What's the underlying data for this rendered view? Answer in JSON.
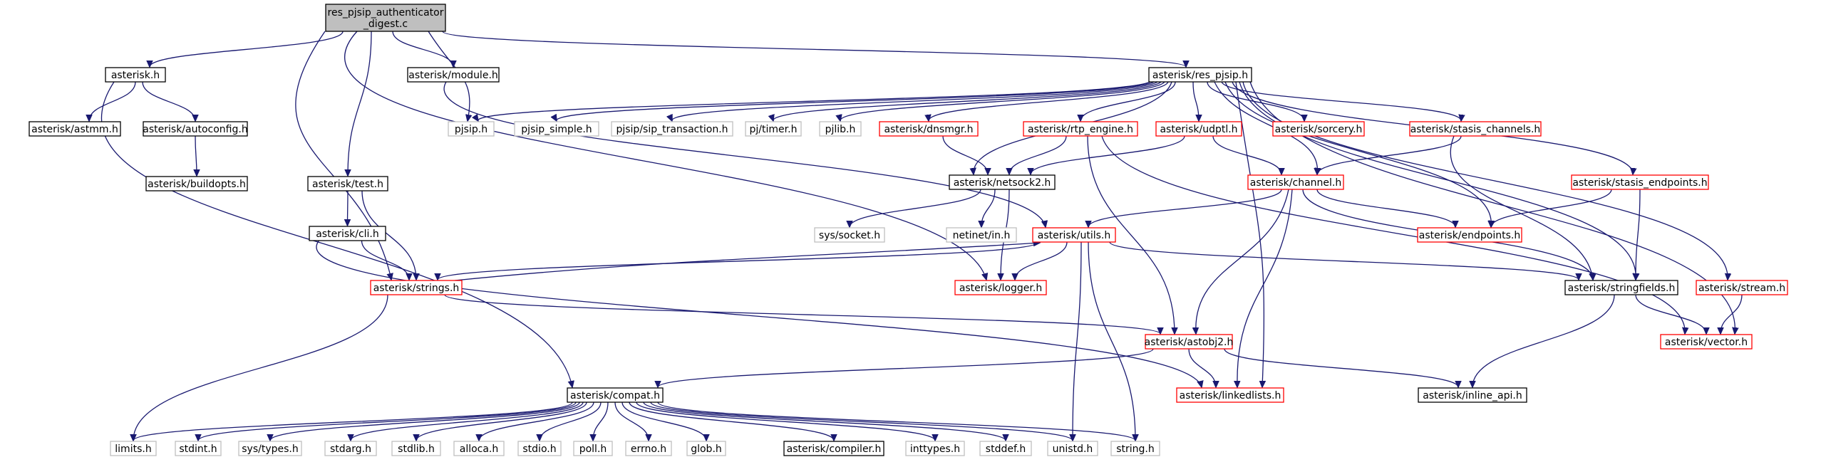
{
  "colors": {
    "edge": "#191970",
    "root_fill": "#bfbfbf",
    "black_border": "#000000",
    "red_border": "#ff0000",
    "grey_border": "#bfbfbf",
    "node_text": "#000000"
  },
  "nodes": {
    "root": [
      "res_pjsip_authenticator",
      "_digest.c"
    ],
    "asterisk_h": "asterisk.h",
    "module_h": "asterisk/module.h",
    "res_pjsip_h": "asterisk/res_pjsip.h",
    "astmm_h": "asterisk/astmm.h",
    "autoconfig_h": "asterisk/autoconfig.h",
    "buildopts_h": "asterisk/buildopts.h",
    "test_h": "asterisk/test.h",
    "cli_h": "asterisk/cli.h",
    "strings_h": "asterisk/strings.h",
    "pjsip_h": "pjsip.h",
    "pjsip_simple_h": "pjsip_simple.h",
    "pjsip_sip_transaction_h": "pjsip/sip_transaction.h",
    "pj_timer_h": "pj/timer.h",
    "pjlib_h": "pjlib.h",
    "dnsmgr_h": "asterisk/dnsmgr.h",
    "rtp_engine_h": "asterisk/rtp_engine.h",
    "udptl_h": "asterisk/udptl.h",
    "sorcery_h": "asterisk/sorcery.h",
    "stasis_channels_h": "asterisk/stasis_channels.h",
    "netsock2_h": "asterisk/netsock2.h",
    "channel_h": "asterisk/channel.h",
    "stasis_endpoints_h": "asterisk/stasis_endpoints.h",
    "sys_socket_h": "sys/socket.h",
    "netinet_in_h": "netinet/in.h",
    "utils_h": "asterisk/utils.h",
    "endpoints_h": "asterisk/endpoints.h",
    "logger_h": "asterisk/logger.h",
    "stringfields_h": "asterisk/stringfields.h",
    "stream_h": "asterisk/stream.h",
    "vector_h": "asterisk/vector.h",
    "astobj2_h": "asterisk/astobj2.h",
    "compat_h": "asterisk/compat.h",
    "linkedlists_h": "asterisk/linkedlists.h",
    "inline_api_h": "asterisk/inline_api.h",
    "limits_h": "limits.h",
    "stdint_h": "stdint.h",
    "sys_types_h": "sys/types.h",
    "stdarg_h": "stdarg.h",
    "stdlib_h": "stdlib.h",
    "alloca_h": "alloca.h",
    "stdio_h": "stdio.h",
    "poll_h": "poll.h",
    "errno_h": "errno.h",
    "glob_h": "glob.h",
    "compiler_h": "asterisk/compiler.h",
    "inttypes_h": "inttypes.h",
    "stddef_h": "stddef.h",
    "unistd_h": "unistd.h",
    "string_h": "string.h"
  }
}
